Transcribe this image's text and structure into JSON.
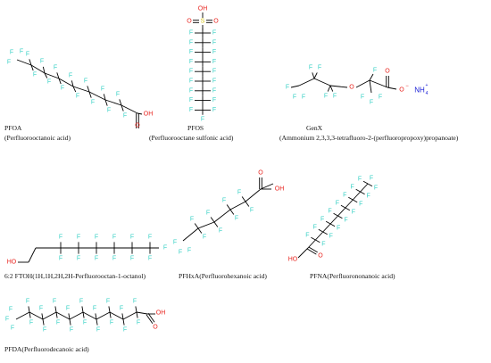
{
  "colors": {
    "bond": "#000000",
    "fluorine": "#3bd1c6",
    "oxygen": "#e8231e",
    "sulfur": "#d4c21a",
    "nitrogen": "#1c22d6"
  },
  "atoms": {
    "fluorine": "F",
    "oxygen": "O",
    "hydroxyl": "OH",
    "ho": "HO",
    "sulfur": "S",
    "carboxyl_oh": "OH",
    "carboxylate": "O",
    "charge_minus": "−",
    "ammonium": "NH",
    "ammonium_sub": "4",
    "ammonium_sup": "+"
  },
  "molecules": {
    "pfoa": {
      "name": "PFOA",
      "full_name": "(Perfluorooctanoic acid)"
    },
    "pfos": {
      "name": "PFOS",
      "full_name": "(Perfluorooctane sulfonic acid)"
    },
    "genx": {
      "name": "GenX",
      "full_name": "(Ammonium 2,3,3,3-tetrafluoro-2-(perfluoropropoxy)propanoate)"
    },
    "ftoh": {
      "label": "6:2 FTOH(1H,1H,2H,2H-Perfluorooctan-1-octanol)"
    },
    "pfhxa": {
      "label": "PFHxA(Perfluorohexanoic acid)"
    },
    "pfna": {
      "label": "PFNA(Perfluorononanoic acid)"
    },
    "pfda": {
      "label": "PFDA(Perfluorodecanoic acid)"
    }
  }
}
